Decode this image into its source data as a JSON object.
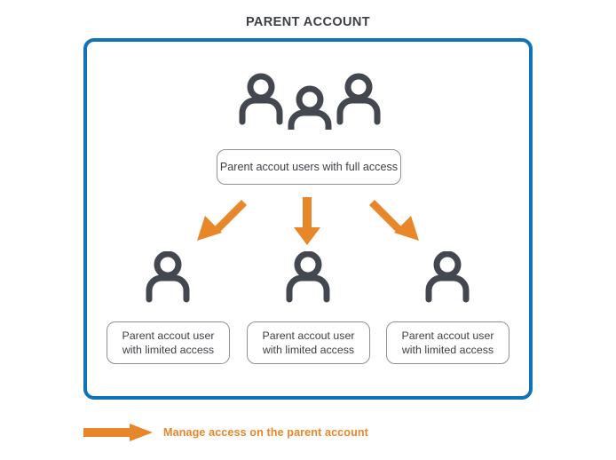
{
  "diagram": {
    "title": "PARENT ACCOUNT",
    "type": "hierarchy-diagram",
    "colors": {
      "container_border": "#1272b8",
      "arrow": "#e8862a",
      "box_border": "#8e9296",
      "text": "#3d4146",
      "legend_text": "#e8862a",
      "background": "#ffffff"
    },
    "top_node": {
      "icon": "people-group-icon",
      "label": "Parent accout users with full access"
    },
    "child_nodes": [
      {
        "icon": "person-icon",
        "label_line_1": "Parent accout user",
        "label_line_2": "with limited access"
      },
      {
        "icon": "person-icon",
        "label_line_1": "Parent accout user",
        "label_line_2": "with limited access"
      },
      {
        "icon": "person-icon",
        "label_line_1": "Parent accout user",
        "label_line_2": "with limited access"
      }
    ],
    "connectors": [
      {
        "name": "arrow-left",
        "direction": "down-left"
      },
      {
        "name": "arrow-center",
        "direction": "down"
      },
      {
        "name": "arrow-right",
        "direction": "down-right"
      }
    ],
    "legend": {
      "icon": "arrow-right-icon",
      "text": "Manage access on the parent account"
    }
  }
}
